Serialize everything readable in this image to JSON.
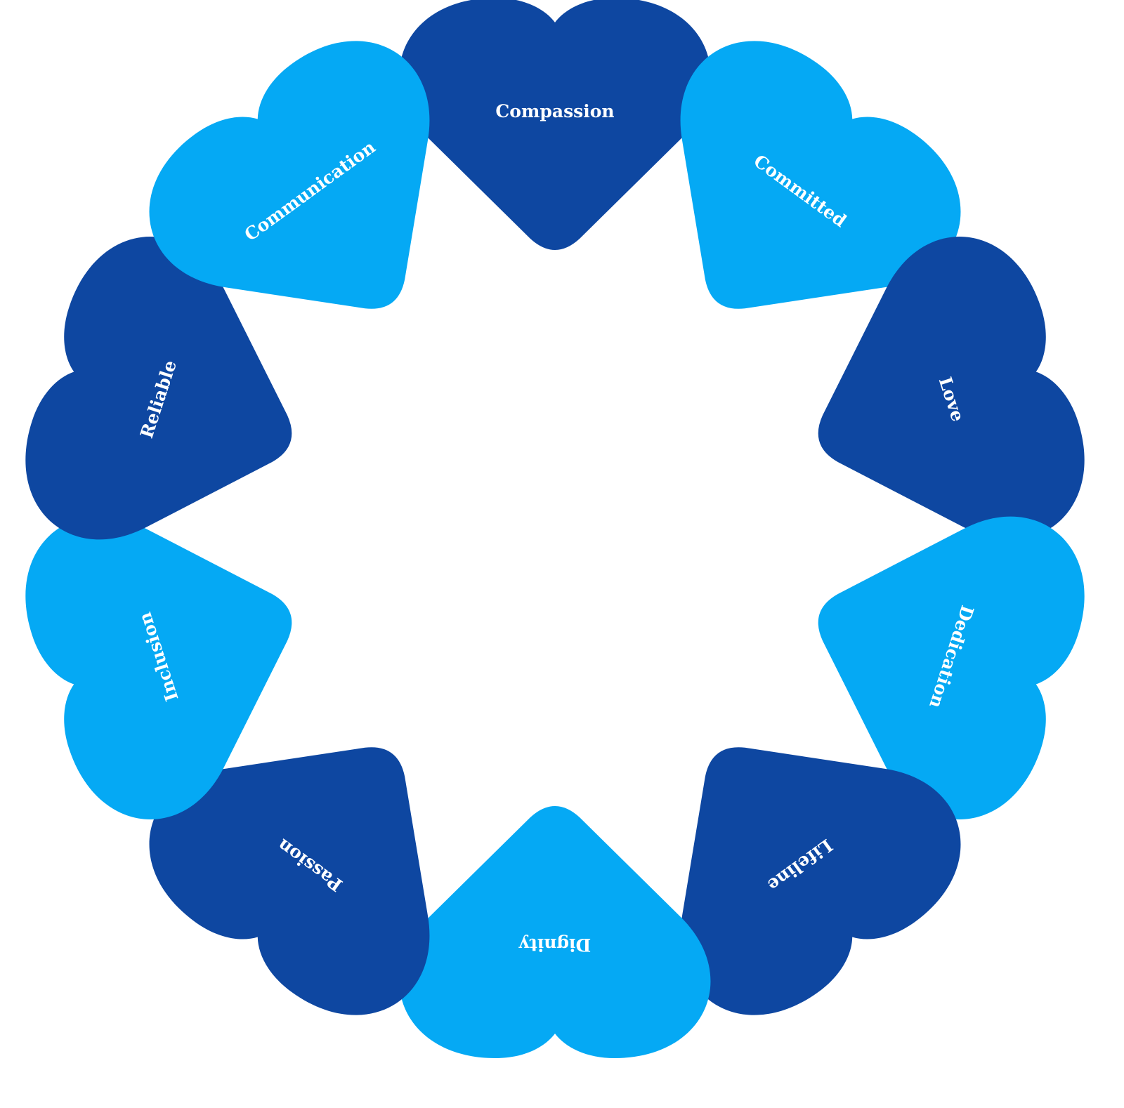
{
  "colors": {
    "dark": "#0E47A1",
    "light": "#05A9F4",
    "text": "#FFFFFF"
  },
  "hearts": [
    {
      "label": "Compassion",
      "tone": "dark"
    },
    {
      "label": "Committed",
      "tone": "light"
    },
    {
      "label": "Love",
      "tone": "dark"
    },
    {
      "label": "Dedication",
      "tone": "light"
    },
    {
      "label": "Lifeline",
      "tone": "dark"
    },
    {
      "label": "Dignity",
      "tone": "light"
    },
    {
      "label": "Passion",
      "tone": "dark"
    },
    {
      "label": "Inclusion",
      "tone": "light"
    },
    {
      "label": "Reliable",
      "tone": "dark"
    },
    {
      "label": "Communication",
      "tone": "light"
    }
  ]
}
